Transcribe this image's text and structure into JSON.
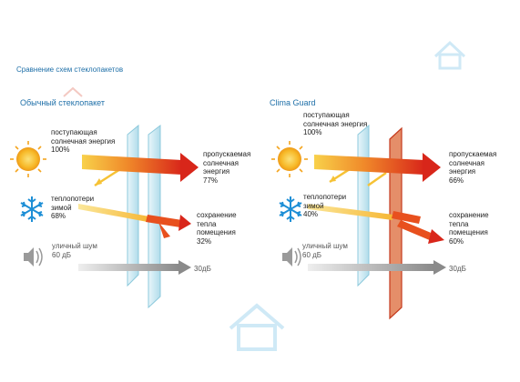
{
  "page_title": "Сравнение схем стеклопакетов",
  "colors": {
    "accent": "#1e6fa8",
    "arrow_hot": "#e23a1a",
    "arrow_warm": "#f7c531",
    "glass": "#bfe3ee",
    "glass_edge": "#8cc9dc",
    "coated_glass": "#d9562e",
    "noise": "#8d8d8d",
    "watermark": "#cfe9f6"
  },
  "icons": [
    "sun-icon",
    "snowflake-icon",
    "speaker-icon",
    "house-watermark-icon"
  ],
  "panels": [
    {
      "title": "Обычный стеклопакет",
      "sun_in": {
        "line1": "поступающая",
        "line2": "солнечная энергия",
        "value": "100%"
      },
      "sun_out": {
        "line1": "пропускаемая",
        "line2": "солнечная",
        "line3": "энергия",
        "value": "77%"
      },
      "heat_loss": {
        "line1": "теплопотери",
        "line2": "зимой",
        "value": "68%"
      },
      "heat_kept": {
        "line1": "сохранение",
        "line2": "тепла",
        "line3": "помещения",
        "value": "32%"
      },
      "noise_in": {
        "line1": "уличный шум",
        "line2": "60 дБ"
      },
      "noise_out": "30дБ"
    },
    {
      "title": "Clima Guard",
      "sun_in": {
        "line1": "поступающая",
        "line2": "солнечная энергия",
        "value": "100%"
      },
      "sun_out": {
        "line1": "пропускаемая",
        "line2": "солнечная",
        "line3": "энергия",
        "value": "66%"
      },
      "heat_loss": {
        "line1": "теплопотери",
        "line2": "зимой",
        "value": "40%"
      },
      "heat_kept": {
        "line1": "сохранение",
        "line2": "тепла",
        "line3": "помещения",
        "value": "60%"
      },
      "noise_in": {
        "line1": "уличный шум",
        "line2": "60 дБ"
      },
      "noise_out": "30дБ"
    }
  ]
}
